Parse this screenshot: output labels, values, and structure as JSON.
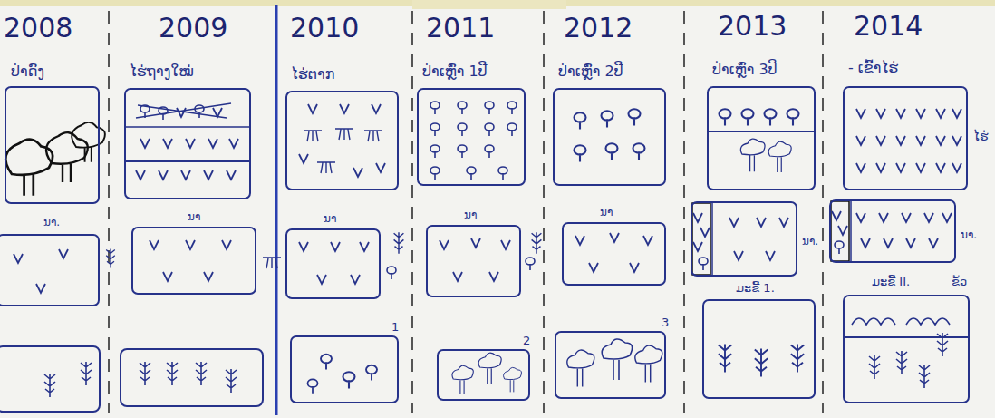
{
  "diagram": {
    "nodes": [
      {
        "text": [
          "ປ່າດົງ"
        ]
      },
      {
        "text": [
          "ໄຮ່ຖາງໃໝ່"
        ]
      },
      {
        "text": [
          "ໄຮ່ຕາກ"
        ]
      },
      {
        "text": [
          "ປ່າເຫຼົ່າ 1ປີ"
        ]
      },
      {
        "text": [
          "ປ່າເຫຼົ່າ 2ປີ"
        ]
      },
      {
        "text": [
          "ປ່າເຫຼົ່າ 3ປີ"
        ]
      },
      {
        "text": [
          "- ເຂົ້າໄຮ່",
          "ໄຮ່"
        ]
      },
      {
        "text": [
          "ນາ."
        ]
      },
      {
        "text": [
          "ນາ"
        ]
      },
      {
        "text": [
          "ນາ"
        ]
      },
      {
        "text": [
          "ນາ"
        ]
      },
      {
        "text": [
          "ນາ"
        ]
      },
      {
        "text": [
          "ນາ."
        ]
      },
      {
        "text": [
          "ນາ."
        ]
      },
      {
        "text": [
          "1"
        ]
      },
      {
        "text": [
          "2"
        ]
      },
      {
        "text": [
          "3"
        ]
      },
      {
        "text": [
          "ມະຂີ້ 1."
        ]
      },
      {
        "text": [
          "ມະຂີ້ II.",
          "ຂ້ວ"
        ]
      }
    ],
    "labels": [
      "2008",
      "2009",
      "2010",
      "2011",
      "2012",
      "2013",
      "2014"
    ]
  }
}
